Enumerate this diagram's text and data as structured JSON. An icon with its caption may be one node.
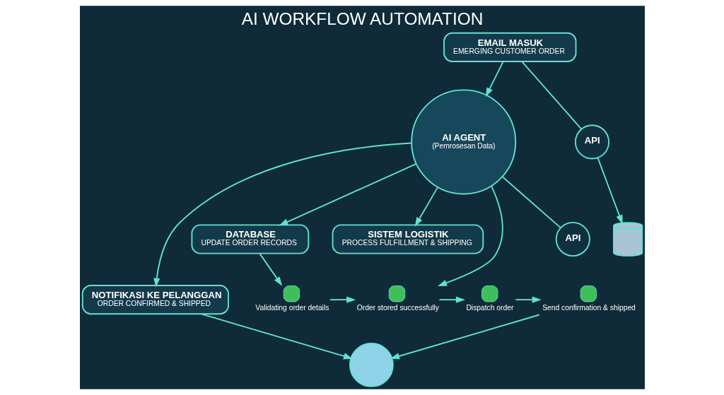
{
  "diagram": {
    "title": "AI WORKFLOW AUTOMATION",
    "nodes": [
      {
        "text": [
          "EMAIL MASUK",
          "EMERGING CUSTOMER ORDER"
        ]
      },
      {
        "text": [
          "AI AGENT",
          "(Pemrosesan Data)"
        ]
      },
      {
        "text": [
          "NOTIFIKASI KE PELANGGAN",
          "ORDER CONFIRMED & SHIPPED"
        ]
      },
      {
        "text": [
          "DATABASE",
          "UPDATE ORDER RECORDS"
        ]
      },
      {
        "text": [
          "SISTEM LOGISTIK",
          "PROCESS FULFILLMENT & SHIPPING"
        ]
      },
      {
        "text": [
          "API"
        ]
      },
      {
        "text": [],
        "shape": "cylinder"
      },
      {
        "text": [],
        "shape": "person"
      },
      {
        "text": [],
        "shape": "circle",
        "beside": [
          "Validating order details"
        ]
      },
      {
        "text": [],
        "shape": "circle",
        "beside": [
          "Order stored successfully"
        ]
      },
      {
        "text": [],
        "shape": "circle",
        "beside": [
          "Dispatch order"
        ]
      },
      {
        "text": [],
        "shape": "circle",
        "beside": [
          "Send confirmation & shipped"
        ]
      },
      {
        "text": [
          "API"
        ]
      }
    ],
    "edges": [
      {
        "from": 0,
        "to": 1,
        "arrow": "to"
      },
      {
        "from": 1,
        "to": 2,
        "arrow": "to"
      },
      {
        "from": 1,
        "to": 3,
        "arrow": "to"
      },
      {
        "from": 1,
        "to": 4,
        "arrow": "to"
      },
      {
        "from": 2,
        "to": 7,
        "arrow": "to"
      },
      {
        "from": 0,
        "to": 5,
        "arrow": "none"
      },
      {
        "from": 5,
        "to": 6,
        "arrow": "to"
      },
      {
        "from": 3,
        "to": 8,
        "arrow": "to"
      },
      {
        "from": 1,
        "to": 9,
        "arrow": "to"
      },
      {
        "from": 8,
        "to": 9,
        "arrow": "to"
      },
      {
        "from": 9,
        "to": 10,
        "arrow": "to"
      },
      {
        "from": 10,
        "to": 11,
        "arrow": "to"
      },
      {
        "from": 11,
        "to": 7,
        "arrow": "to"
      },
      {
        "from": 1,
        "to": 12,
        "arrow": "none"
      }
    ]
  }
}
